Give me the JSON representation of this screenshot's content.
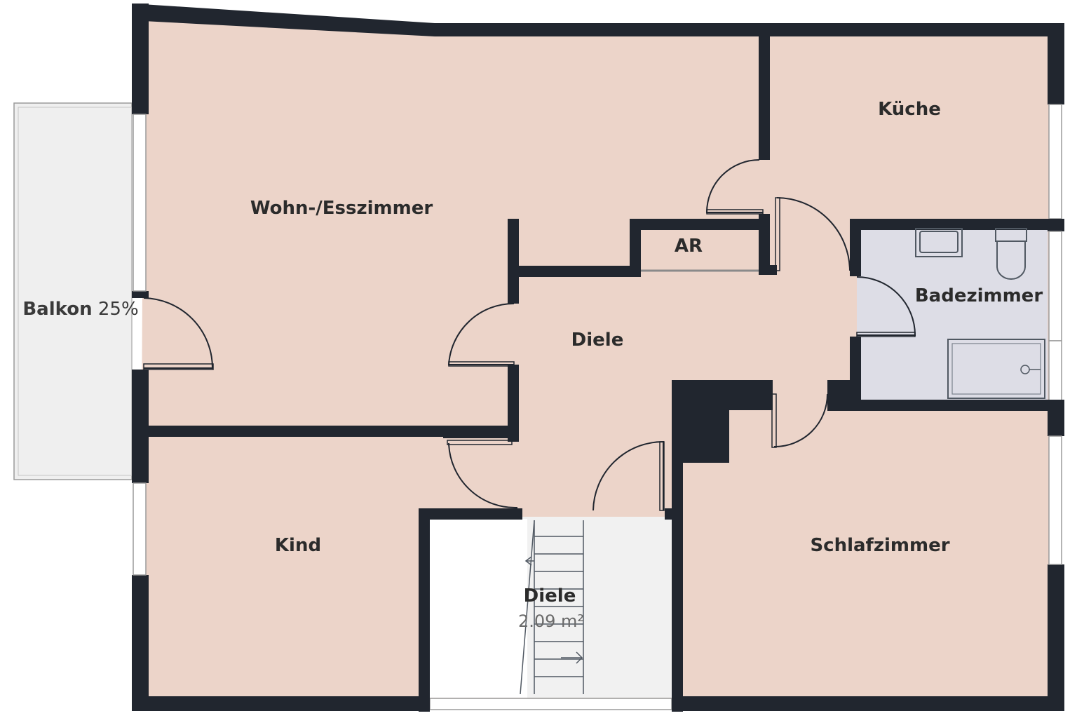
{
  "floorplan": {
    "rooms": {
      "wohn": "Wohn-/Esszimmer",
      "kueche": "Küche",
      "ar": "AR",
      "bad": "Badezimmer",
      "diele_main": "Diele",
      "kind": "Kind",
      "schlaf": "Schlafzimmer",
      "diele_stair": "Diele",
      "diele_stair_area": "2.09 m²"
    },
    "balcony": {
      "label": "Balkon",
      "percent": "25%"
    }
  },
  "colors": {
    "floor": "#ecd4c9",
    "bath": "#dddde6",
    "wall": "#21262f",
    "balcony": "#efefef",
    "stair": "#f1f1f1"
  }
}
